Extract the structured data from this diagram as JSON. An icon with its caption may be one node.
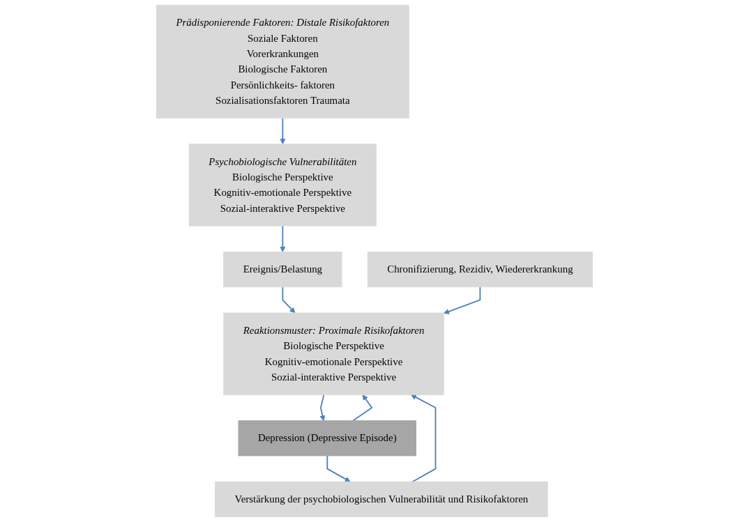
{
  "diagram": {
    "nodes": [
      {
        "text": [
          "Prädisponierende Faktoren: Distale Risikofaktoren",
          "Soziale Faktoren",
          "Vorerkrankungen",
          "Biologische Faktoren",
          "Persönlichkeits- faktoren",
          "Sozialisationsfaktoren Traumata"
        ]
      },
      {
        "text": [
          "Psychobiologische Vulnerabilitäten",
          "Biologische Perspektive",
          "Kognitiv-emotionale Perspektive",
          "Sozial-interaktive Perspektive"
        ]
      },
      {
        "text": [
          "Ereignis/Belastung"
        ]
      },
      {
        "text": [
          "Reaktionsmuster: Proximale Risikofaktoren",
          "Biologische Perspektive",
          "Kognitiv-emotionale Perspektive",
          "Sozial-interaktive Perspektive"
        ]
      },
      {
        "text": [
          "Depression (Depressive Episode)"
        ]
      },
      {
        "text": [
          "Verstärkung der psychobiologischen Vulnerabilität und Risikofaktoren"
        ]
      },
      {
        "text": [
          "Chronifizierung, Rezidiv, Wiedererkrankung"
        ]
      }
    ],
    "edges": [
      {
        "from": 0,
        "to": 1,
        "arrow": "to"
      },
      {
        "from": 1,
        "to": 2,
        "arrow": "to"
      },
      {
        "from": 2,
        "to": 3,
        "arrow": "to"
      },
      {
        "from": 3,
        "to": 4,
        "arrow": "to"
      },
      {
        "from": 4,
        "to": 5,
        "arrow": "to"
      },
      {
        "from": 4,
        "to": 3,
        "arrow": "to"
      },
      {
        "from": 5,
        "to": 3,
        "arrow": "to"
      },
      {
        "from": 6,
        "to": 3,
        "arrow": "to"
      }
    ]
  }
}
